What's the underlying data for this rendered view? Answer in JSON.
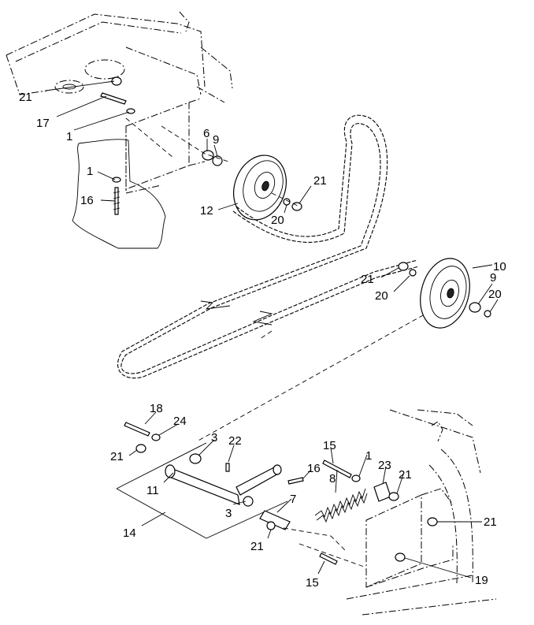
{
  "diagram": {
    "type": "exploded-parts-view",
    "callouts": [
      {
        "id": "c21a",
        "label": "21"
      },
      {
        "id": "c17",
        "label": "17"
      },
      {
        "id": "c1a",
        "label": "1"
      },
      {
        "id": "c1b",
        "label": "1"
      },
      {
        "id": "c16a",
        "label": "16"
      },
      {
        "id": "c6",
        "label": "6"
      },
      {
        "id": "c9a",
        "label": "9"
      },
      {
        "id": "c21b",
        "label": "21"
      },
      {
        "id": "c12",
        "label": "12"
      },
      {
        "id": "c20a",
        "label": "20"
      },
      {
        "id": "c10",
        "label": "10"
      },
      {
        "id": "c21c",
        "label": "21"
      },
      {
        "id": "c9b",
        "label": "9"
      },
      {
        "id": "c20b",
        "label": "20"
      },
      {
        "id": "c20c",
        "label": "20"
      },
      {
        "id": "c18",
        "label": "18"
      },
      {
        "id": "c24",
        "label": "24"
      },
      {
        "id": "c3a",
        "label": "3"
      },
      {
        "id": "c22",
        "label": "22"
      },
      {
        "id": "c21d",
        "label": "21"
      },
      {
        "id": "c11",
        "label": "11"
      },
      {
        "id": "c15a",
        "label": "15"
      },
      {
        "id": "c16b",
        "label": "16"
      },
      {
        "id": "c1c",
        "label": "1"
      },
      {
        "id": "c8",
        "label": "8"
      },
      {
        "id": "c23",
        "label": "23"
      },
      {
        "id": "c21e",
        "label": "21"
      },
      {
        "id": "c3b",
        "label": "3"
      },
      {
        "id": "c7",
        "label": "7"
      },
      {
        "id": "c14",
        "label": "14"
      },
      {
        "id": "c21f",
        "label": "21"
      },
      {
        "id": "c21g",
        "label": "21"
      },
      {
        "id": "c15b",
        "label": "15"
      },
      {
        "id": "c19",
        "label": "19"
      }
    ]
  }
}
